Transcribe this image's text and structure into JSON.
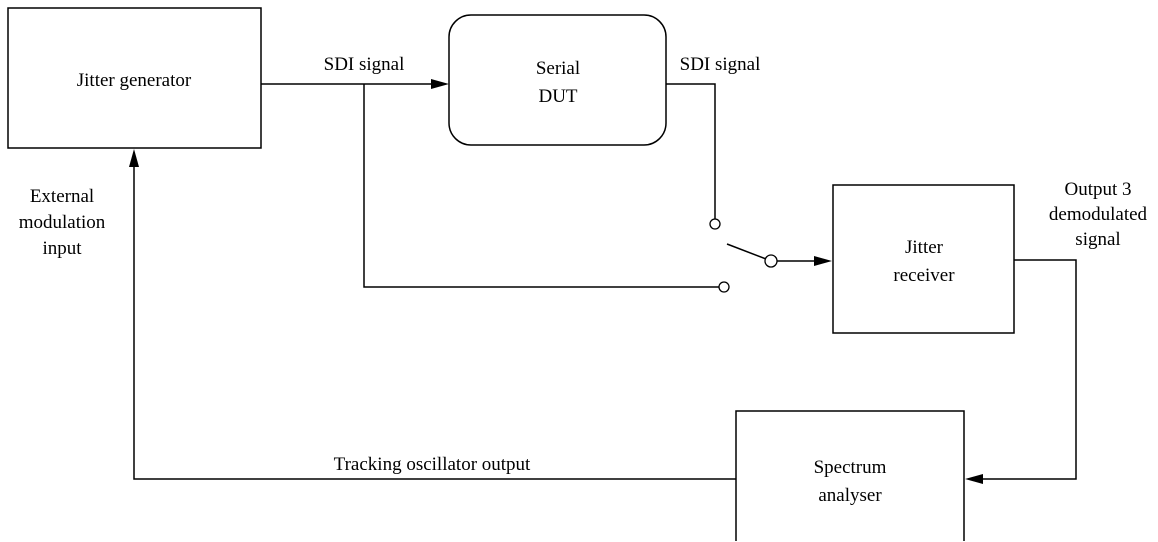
{
  "blocks": {
    "jitter_generator": "Jitter generator",
    "serial_dut": [
      "Serial",
      "DUT"
    ],
    "jitter_receiver": [
      "Jitter",
      "receiver"
    ],
    "spectrum_analyser": [
      "Spectrum",
      "analyser"
    ]
  },
  "labels": {
    "sdi_signal_in": "SDI signal",
    "sdi_signal_out": "SDI signal",
    "external_modulation": [
      "External",
      "modulation",
      "input"
    ],
    "output_3": [
      "Output 3",
      "demodulated",
      "signal"
    ],
    "tracking_oscillator": "Tracking oscillator output"
  }
}
